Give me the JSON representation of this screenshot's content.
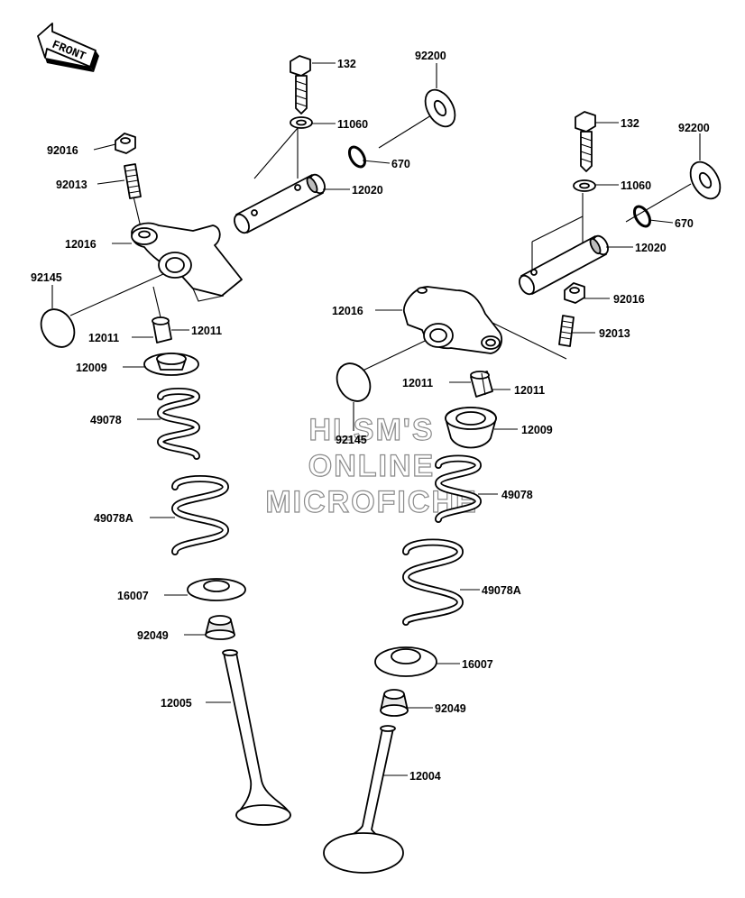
{
  "front_arrow": {
    "label": "FRONT"
  },
  "watermark": {
    "line1": "HLSM'S",
    "line2": "ONLINE",
    "line3": "MICROFICHE"
  },
  "callouts": {
    "left": {
      "bolt": "132",
      "washer": "11060",
      "shim": "92200",
      "o_ring": "670",
      "shaft": "12020",
      "nut": "92016",
      "screw": "92013",
      "rocker_arm": "12016",
      "thrust_washer": "92145",
      "keeper_a": "12011",
      "keeper_b": "12011",
      "retainer": "12009",
      "inner_spring": "49078",
      "outer_spring": "49078A",
      "spring_seat": "16007",
      "stem_seal": "92049",
      "valve": "12005"
    },
    "right": {
      "bolt": "132",
      "washer": "11060",
      "shim": "92200",
      "o_ring": "670",
      "shaft": "12020",
      "nut": "92016",
      "screw": "92013",
      "rocker_arm": "12016",
      "thrust_washer": "92145",
      "keeper_a": "12011",
      "keeper_b": "12011",
      "retainer": "12009",
      "inner_spring": "49078",
      "outer_spring": "49078A",
      "spring_seat": "16007",
      "stem_seal": "92049",
      "valve": "12004"
    }
  }
}
